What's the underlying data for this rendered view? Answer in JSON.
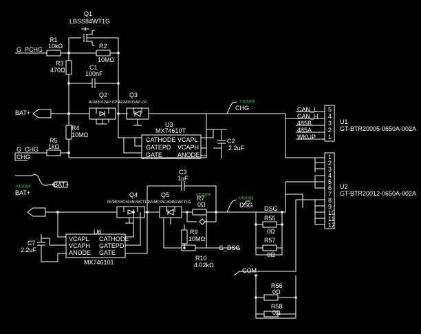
{
  "nets": {
    "g_pchg": "G_PCHG",
    "bat_plus_top": "BAT+",
    "g_chg": "G_CHG",
    "chg_top": "CHG",
    "chg_left": "CHG",
    "bat_plus_small": "BAT+",
    "bat_plus_small_sub": "大电流连接",
    "bat_plus_bottom": "BAT+",
    "dsg_right": "DSG",
    "dsg_mid": "DSG",
    "g_dsg": "G_DSG",
    "com": "COM",
    "chg_sub": "大电流连接",
    "dsg_sub": "大电流连接",
    "r7_sub": "大电流连接"
  },
  "parts": {
    "q1": {
      "ref": "Q1",
      "value": "LBSS84WT1G"
    },
    "r1": {
      "ref": "R1",
      "value": "10kΩ"
    },
    "r2": {
      "ref": "R2",
      "value": "10MΩ"
    },
    "r3": {
      "ref": "R3",
      "value": "470Ω"
    },
    "c1": {
      "ref": "C1",
      "value": "100nF"
    },
    "q2": {
      "ref": "Q2",
      "value": "AGM3012AP-CP"
    },
    "q3": {
      "ref": "Q3",
      "value": "AGM3012AP-CP"
    },
    "r4": {
      "ref": "R4",
      "value": "10MΩ"
    },
    "r5": {
      "ref": "R5",
      "value": "1kΩ"
    },
    "u3": {
      "ref": "U3",
      "value": "MX74610T",
      "pins": [
        "CATHODE",
        "GATEPD",
        "GATE",
        "VCAPL",
        "VCAPH",
        "ANODE"
      ]
    },
    "c2": {
      "ref": "C2",
      "value": "2.2uF"
    },
    "u1": {
      "ref": "U1",
      "value": "GT-BTR20005-0650A-002A",
      "labels": [
        "CAN_L",
        "CAN_H",
        "485B",
        "485A",
        "WKUP"
      ],
      "pins": [
        "5",
        "4",
        "3",
        "2",
        "1"
      ]
    },
    "c3": {
      "ref": "C3",
      "value": "1uF"
    },
    "q4": {
      "ref": "Q4",
      "value": "NVMFS5C404NLWFT1G"
    },
    "q5": {
      "ref": "Q5",
      "value": "NVMFS5C404NLWFT1G"
    },
    "r7": {
      "ref": "R7",
      "value": "0Ω"
    },
    "r9": {
      "ref": "R9",
      "value": "10MΩ"
    },
    "r10": {
      "ref": "R10",
      "value": "4.02kΩ"
    },
    "u6": {
      "ref": "U6",
      "value": "MX746101",
      "pins": [
        "VCAPL",
        "VCAPH",
        "ANODE",
        "CATHODE",
        "GATEPD",
        "GATE"
      ]
    },
    "c7": {
      "ref": "C7",
      "value": "2.2uF"
    },
    "r55": {
      "ref": "R55",
      "value": "0Ω"
    },
    "r57": {
      "ref": "R57",
      "value": "0Ω"
    },
    "r56": {
      "ref": "R56",
      "value": "0Ω"
    },
    "r58": {
      "ref": "R58",
      "value": "0Ω"
    },
    "u2": {
      "ref": "U2",
      "value": "GT-BTR20012-0650A-002A",
      "pins": [
        "1",
        "2",
        "3",
        "4",
        "5",
        "6",
        "7",
        "8",
        "9",
        "10",
        "11",
        "12"
      ]
    }
  }
}
